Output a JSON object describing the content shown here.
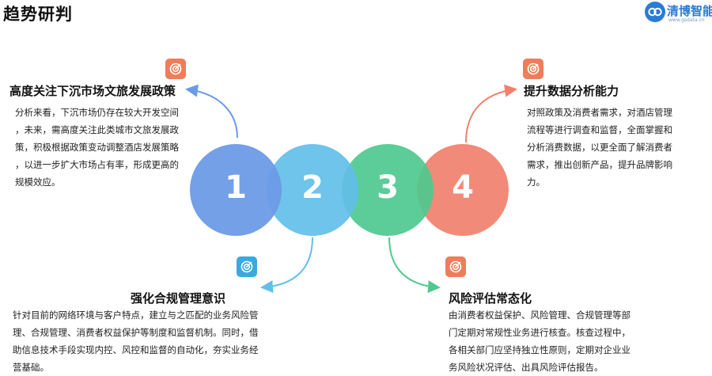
{
  "page": {
    "title": "趋势研判"
  },
  "logo": {
    "name": "清博智能",
    "url": "www.gsdata.cn"
  },
  "colors": {
    "circle1": "#6b9be6",
    "circle2": "#62bfe8",
    "circle3": "#4ec98f",
    "circle4": "#f0806c",
    "icon_orange": "#ef7d5b",
    "icon_blue": "#3aa9e0",
    "arrow_blue": "#6b9be6",
    "arrow_orange": "#f0806c",
    "arrow_cyan": "#62bfe8",
    "arrow_green": "#4ec98f"
  },
  "circles": [
    {
      "number": "1"
    },
    {
      "number": "2"
    },
    {
      "number": "3"
    },
    {
      "number": "4"
    }
  ],
  "items": [
    {
      "heading": "高度关注下沉市场文旅发展政策",
      "lines": [
        "分析来看，下沉市场仍存在较大开发空间",
        "，未来，需高度关注此类城市文旅发展政",
        "策，积极根据政策变动调整酒店发展策略",
        "，以进一步扩大市场占有率，形成更高的",
        "规模效应。"
      ],
      "icon": "target-icon"
    },
    {
      "heading": "提升数据分析能力",
      "lines": [
        "对照政策及消费者需求，对酒店管理",
        "流程等进行调查和监督，全面掌握和",
        "分析消费数据，以更全面了解消费者",
        "需求，推出创新产品，提升品牌影响",
        "力。"
      ],
      "icon": "target-icon"
    },
    {
      "heading": "强化合规管理意识",
      "lines": [
        "针对目前的网络环境与客户特点，建立与之匹配的业务风险管",
        "理、合规管理、消费者权益保护等制度和监督机制。同时，借",
        "助信息技术手段实现内控、风控和监督的自动化，夯实业务经",
        "营基础。"
      ],
      "icon": "target-icon"
    },
    {
      "heading": "风险评估常态化",
      "lines": [
        "由消费者权益保护、风险管理、合规管理等部",
        "门定期对常规性业务进行核查。核查过程中，",
        "各相关部门应坚持独立性原则，定期对企业业",
        "务风险状况评估、出具风险评估报告。"
      ],
      "icon": "target-icon"
    }
  ]
}
